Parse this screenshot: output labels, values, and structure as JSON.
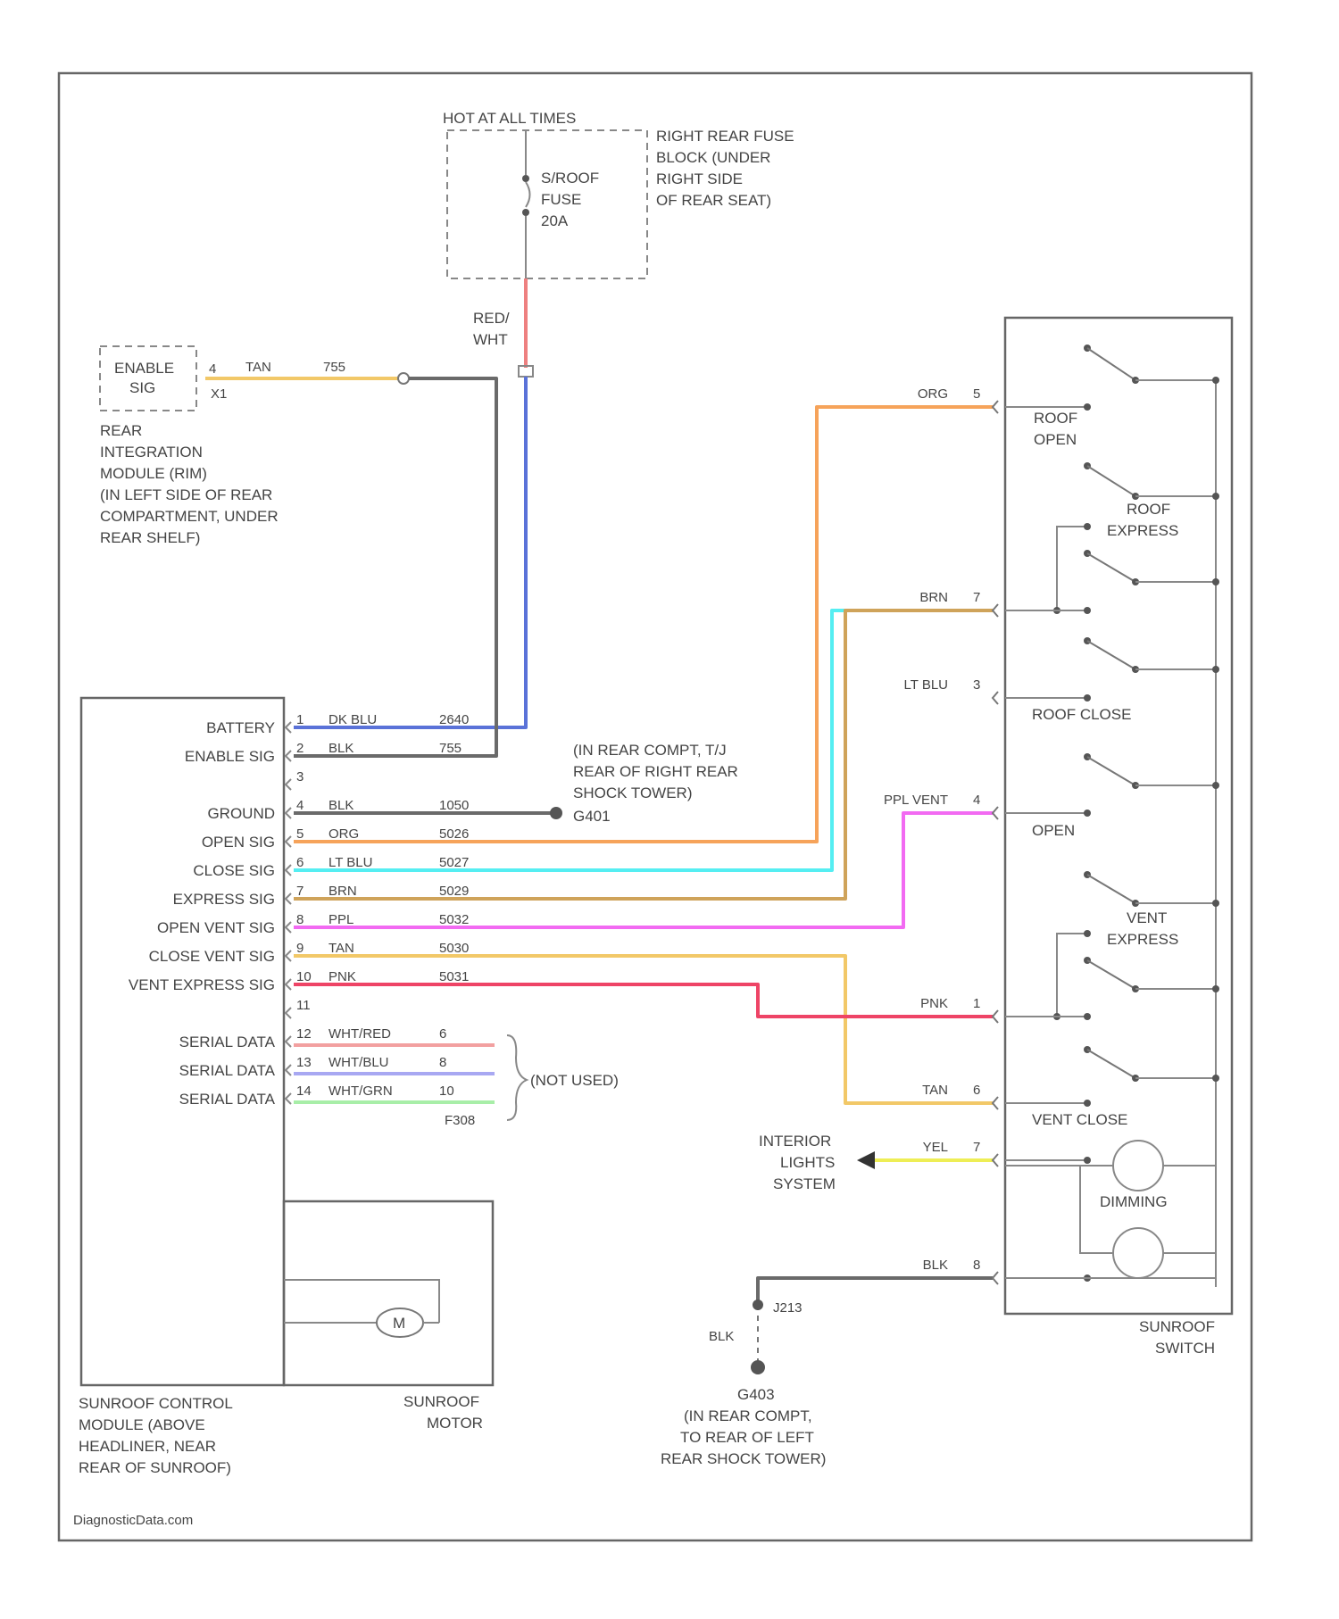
{
  "fuse_block": {
    "hot_label": "HOT AT ALL TIMES",
    "fuse_lines": [
      "S/ROOF",
      "FUSE",
      "20A"
    ],
    "location_lines": [
      "RIGHT REAR FUSE",
      "BLOCK (UNDER",
      "RIGHT SIDE",
      "OF REAR SEAT)"
    ]
  },
  "feed_wire_lines": [
    "RED/",
    "WHT"
  ],
  "rim": {
    "box_lines": [
      "ENABLE",
      "SIG"
    ],
    "pin": "4",
    "connector": "X1",
    "wire_color": "TAN",
    "circuit": "755",
    "location_lines": [
      "REAR",
      "INTEGRATION",
      "MODULE (RIM)",
      "(IN LEFT SIDE OF REAR",
      "COMPARTMENT, UNDER",
      "REAR SHELF)"
    ]
  },
  "module": {
    "name_lines": [
      "SUNROOF CONTROL",
      "MODULE (ABOVE",
      "HEADLINER, NEAR",
      "REAR OF SUNROOF)"
    ],
    "pins": [
      {
        "label": "BATTERY",
        "pin": "1",
        "color": "DK BLU",
        "circuit": "2640"
      },
      {
        "label": "ENABLE SIG",
        "pin": "2",
        "color": "BLK",
        "circuit": "755"
      },
      {
        "label": "",
        "pin": "3",
        "color": "",
        "circuit": ""
      },
      {
        "label": "GROUND",
        "pin": "4",
        "color": "BLK",
        "circuit": "1050"
      },
      {
        "label": "OPEN SIG",
        "pin": "5",
        "color": "ORG",
        "circuit": "5026"
      },
      {
        "label": "CLOSE SIG",
        "pin": "6",
        "color": "LT BLU",
        "circuit": "5027"
      },
      {
        "label": "EXPRESS SIG",
        "pin": "7",
        "color": "BRN",
        "circuit": "5029"
      },
      {
        "label": "OPEN VENT SIG",
        "pin": "8",
        "color": "PPL",
        "circuit": "5032"
      },
      {
        "label": "CLOSE VENT SIG",
        "pin": "9",
        "color": "TAN",
        "circuit": "5030"
      },
      {
        "label": "VENT EXPRESS SIG",
        "pin": "10",
        "color": "PNK",
        "circuit": "5031"
      },
      {
        "label": "",
        "pin": "11",
        "color": "",
        "circuit": ""
      },
      {
        "label": "SERIAL DATA",
        "pin": "12",
        "color": "WHT/RED",
        "circuit": "6"
      },
      {
        "label": "SERIAL DATA",
        "pin": "13",
        "color": "WHT/BLU",
        "circuit": "8"
      },
      {
        "label": "SERIAL DATA",
        "pin": "14",
        "color": "WHT/GRN",
        "circuit": "10"
      }
    ],
    "not_used_label": "(NOT USED)",
    "connector_id": "F308"
  },
  "ground_g401": {
    "location_lines": [
      "(IN REAR COMPT, T/J",
      "REAR OF RIGHT REAR",
      "SHOCK TOWER)"
    ],
    "id": "G401"
  },
  "motor": {
    "symbol": "M",
    "name_lines": [
      "SUNROOF",
      "MOTOR"
    ]
  },
  "switch": {
    "name_lines": [
      "SUNROOF",
      "SWITCH"
    ],
    "pins": [
      {
        "color": "ORG",
        "pin": "5"
      },
      {
        "color": "BRN",
        "pin": "7"
      },
      {
        "color": "LT BLU",
        "pin": "3"
      },
      {
        "color": "PPL VENT",
        "pin": "4"
      },
      {
        "color": "PNK",
        "pin": "1"
      },
      {
        "color": "TAN",
        "pin": "6"
      },
      {
        "color": "YEL",
        "pin": "7"
      },
      {
        "color": "BLK",
        "pin": "8"
      }
    ],
    "labels": {
      "roof_open": [
        "ROOF",
        "OPEN"
      ],
      "roof_express": [
        "ROOF",
        "EXPRESS"
      ],
      "roof_close": "ROOF CLOSE",
      "open": "OPEN",
      "vent_express": [
        "VENT",
        "EXPRESS"
      ],
      "vent_close": "VENT CLOSE",
      "dimming": "DIMMING"
    }
  },
  "interior_lights_lines": [
    "INTERIOR",
    "LIGHTS",
    "SYSTEM"
  ],
  "ground_g403": {
    "splice": "J213",
    "wire_color": "BLK",
    "id": "G403",
    "location_lines": [
      "(IN REAR COMPT,",
      "TO REAR OF LEFT",
      "REAR SHOCK TOWER)"
    ]
  },
  "watermark": "DiagnosticData.com",
  "colors": {
    "red_wht": "#ee8080",
    "dk_blu": "#5a72d8",
    "blk": "#6a6a6a",
    "tan": "#f2c868",
    "org": "#f6a35a",
    "lt_blu": "#55eef2",
    "brn": "#cfa35a",
    "ppl": "#f26af2",
    "pnk": "#ee4466",
    "yel": "#eeee55",
    "wht_red": "#f2a0a0",
    "wht_blu": "#a8a8f2",
    "wht_grn": "#a8eea8"
  }
}
